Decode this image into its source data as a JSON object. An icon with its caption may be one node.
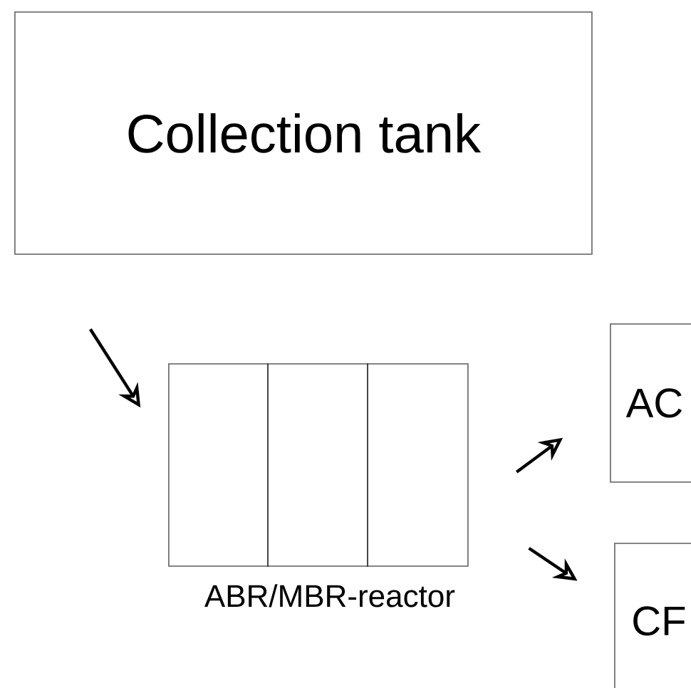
{
  "diagram": {
    "nodes": [
      {
        "text": [
          "Collection tank"
        ]
      },
      {
        "text": [],
        "shape": "box",
        "beside": [
          "ABR/MBR-reactor"
        ]
      },
      {
        "text": [
          "AC"
        ]
      },
      {
        "text": [
          "CF"
        ]
      }
    ],
    "edges": [
      {
        "from": 0,
        "to": 1,
        "arrow": "to"
      },
      {
        "from": 1,
        "to": 2,
        "arrow": "to"
      },
      {
        "from": 1,
        "to": 3,
        "arrow": "to"
      }
    ]
  }
}
